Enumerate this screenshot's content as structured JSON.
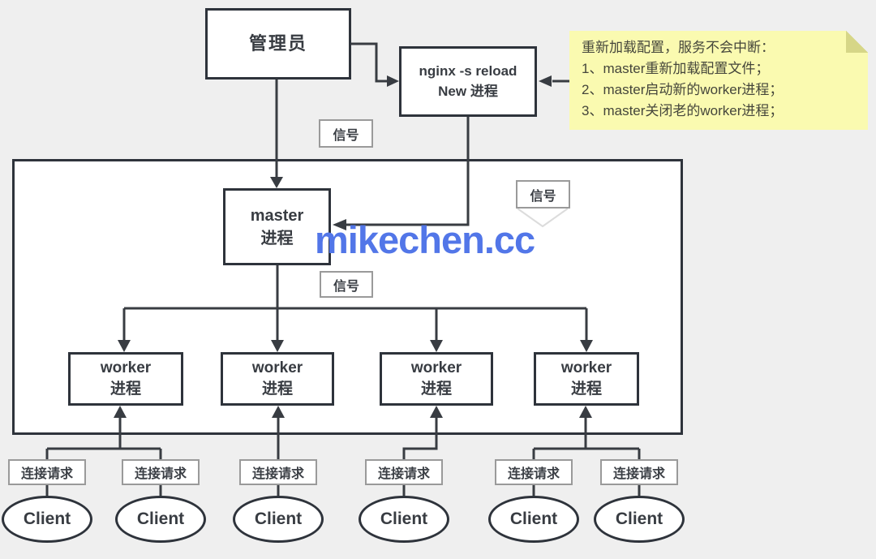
{
  "nodes": {
    "admin": "管理员",
    "reload_line1": "nginx -s reload",
    "reload_line2": "New 进程",
    "master_line1": "master",
    "master_line2": "进程",
    "worker_line1": "worker",
    "worker_line2": "进程",
    "client": "Client"
  },
  "labels": {
    "signal": "信号",
    "conn_request": "连接请求"
  },
  "note": {
    "title": "重新加载配置，服务不会中断：",
    "items": [
      "1、master重新加载配置文件；",
      "2、master启动新的worker进程；",
      "3、master关闭老的worker进程；"
    ]
  },
  "watermark": "mikechen.cc",
  "colors": {
    "page_bg": "#efefef",
    "box_border": "#2e333b",
    "line": "#383c42",
    "tag_border": "#9a9a9a",
    "note_bg": "#fafab0",
    "note_fold": "#d6d687",
    "watermark_blue": "#5276e8"
  }
}
